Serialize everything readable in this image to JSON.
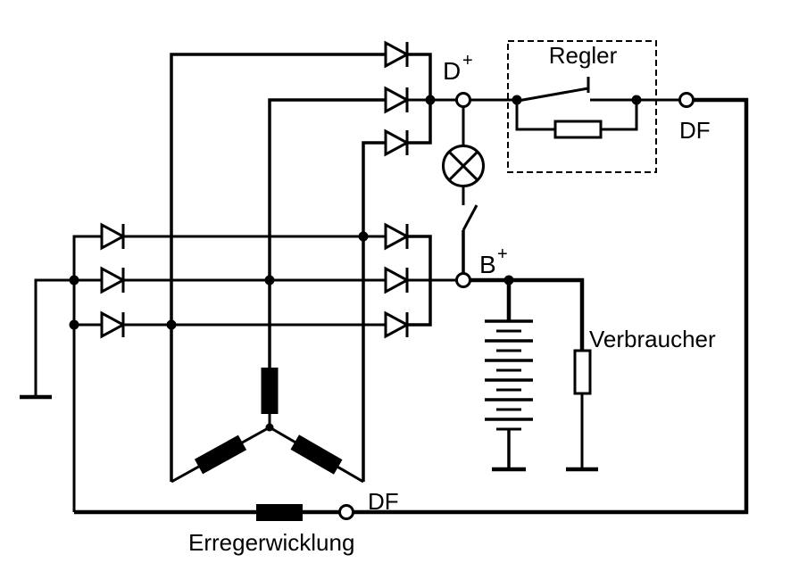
{
  "diagram": {
    "description": "Alternator excitation circuit schematic",
    "colors": {
      "line": "#000000",
      "background": "#ffffff",
      "text": "#000000"
    },
    "labels": {
      "regler": "Regler",
      "df_top": "DF",
      "df_bottom": "DF",
      "d_plus_base": "D",
      "d_plus_sup": "+",
      "b_plus_base": "B",
      "b_plus_sup": "+",
      "verbraucher": "Verbraucher",
      "erregerwicklung": "Erregerwicklung"
    }
  }
}
